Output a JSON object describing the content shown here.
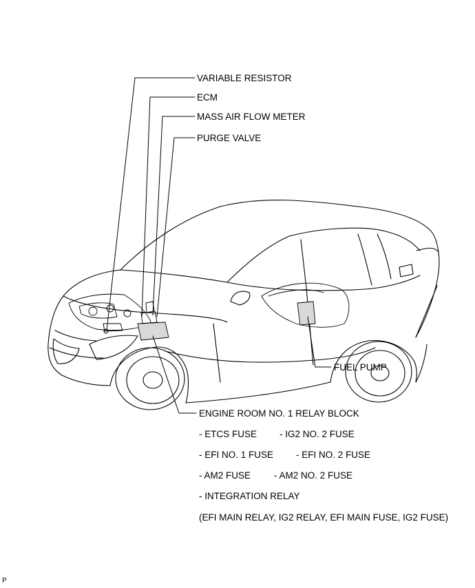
{
  "callouts": {
    "variable_resistor": "VARIABLE RESISTOR",
    "ecm": "ECM",
    "mass_air_flow_meter": "MASS AIR FLOW METER",
    "purge_valve": "PURGE VALVE",
    "fuel_pump": "FUEL PUMP",
    "engine_room_relay_block": "ENGINE ROOM NO. 1 RELAY BLOCK"
  },
  "relay_block_contents": {
    "etcs_fuse": "- ETCS FUSE",
    "ig2_no2_fuse": "- IG2 NO. 2 FUSE",
    "efi_no1_fuse": "- EFI NO. 1 FUSE",
    "efi_no2_fuse": "- EFI NO. 2 FUSE",
    "am2_fuse": "- AM2 FUSE",
    "am2_no2_fuse": "- AM2 NO. 2 FUSE",
    "integration_relay": "- INTEGRATION RELAY",
    "integration_relay_detail": "(EFI MAIN RELAY, IG2 RELAY, EFI MAIN FUSE, IG2 FUSE)"
  },
  "corner_mark": "P",
  "colors": {
    "line": "#000000",
    "background": "#ffffff",
    "shade": "#d9d9d9"
  }
}
